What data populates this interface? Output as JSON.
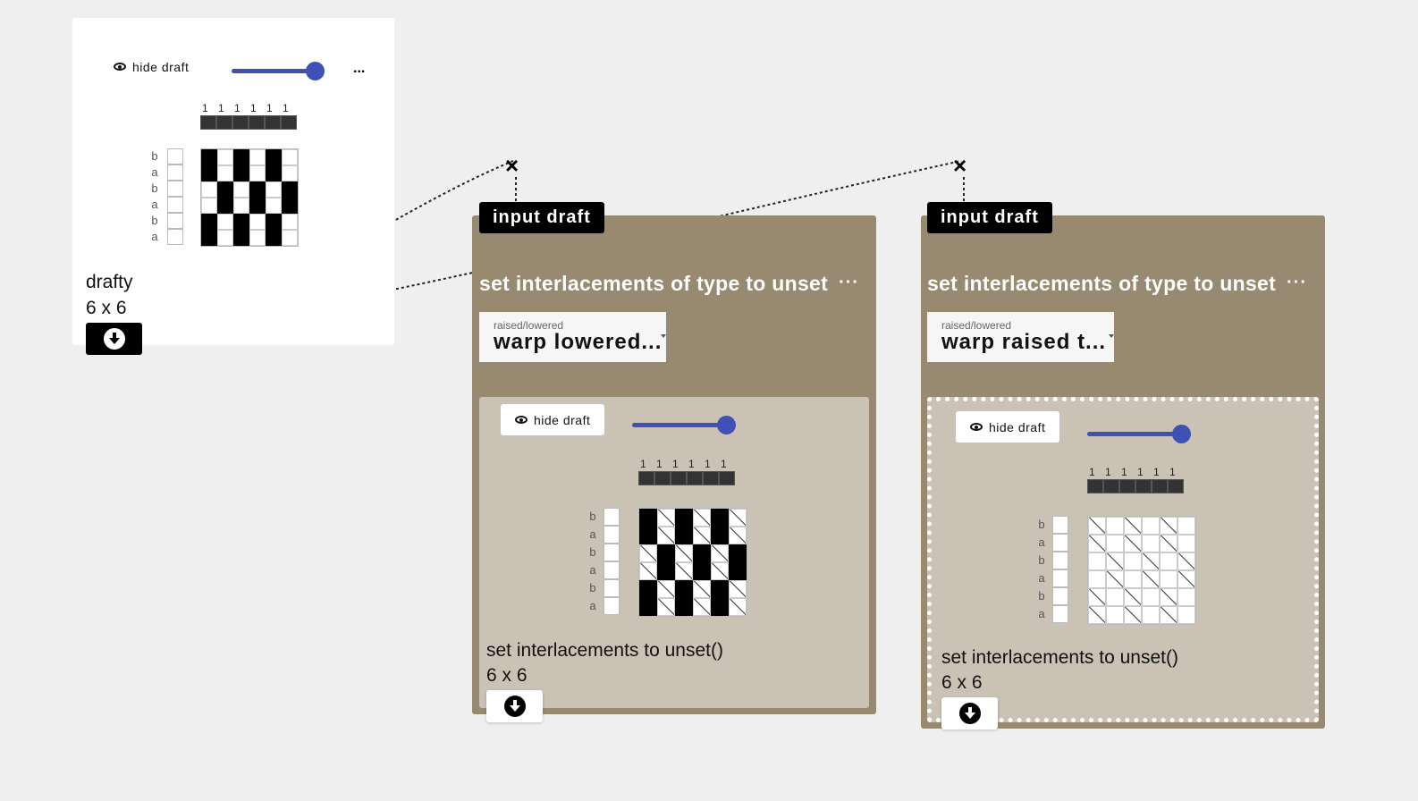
{
  "source_node": {
    "hide_label": "hide draft",
    "more": "...",
    "name": "drafty",
    "size": "6 x 6",
    "tieup_numbers": [
      "1",
      "1",
      "1",
      "1",
      "1",
      "1"
    ],
    "row_labels": [
      "b",
      "a",
      "b",
      "a",
      "b",
      "a"
    ],
    "grid": [
      [
        1,
        0,
        1,
        0,
        1,
        0
      ],
      [
        1,
        0,
        1,
        0,
        1,
        0
      ],
      [
        0,
        1,
        0,
        1,
        0,
        1
      ],
      [
        0,
        1,
        0,
        1,
        0,
        1
      ],
      [
        1,
        0,
        1,
        0,
        1,
        0
      ],
      [
        1,
        0,
        1,
        0,
        1,
        0
      ]
    ]
  },
  "op1": {
    "input_tag": "input draft",
    "title": "set interlacements of type to unset",
    "more": "···",
    "select_label": "raised/lowered",
    "select_value": "warp lowered...",
    "hide_label": "hide draft",
    "tieup_numbers": [
      "1",
      "1",
      "1",
      "1",
      "1",
      "1"
    ],
    "row_labels": [
      "b",
      "a",
      "b",
      "a",
      "b",
      "a"
    ],
    "grid": [
      [
        1,
        "u",
        1,
        "u",
        1,
        "u"
      ],
      [
        1,
        "u",
        1,
        "u",
        1,
        "u"
      ],
      [
        "u",
        1,
        "u",
        1,
        "u",
        1
      ],
      [
        "u",
        1,
        "u",
        1,
        "u",
        1
      ],
      [
        1,
        "u",
        1,
        "u",
        1,
        "u"
      ],
      [
        1,
        "u",
        1,
        "u",
        1,
        "u"
      ]
    ],
    "result_name": "set interlacements to unset()",
    "result_size": "6 x 6"
  },
  "op2": {
    "input_tag": "input draft",
    "title": "set interlacements of type to unset",
    "more": "···",
    "select_label": "raised/lowered",
    "select_value": "warp raised t...",
    "hide_label": "hide draft",
    "tieup_numbers": [
      "1",
      "1",
      "1",
      "1",
      "1",
      "1"
    ],
    "row_labels": [
      "b",
      "a",
      "b",
      "a",
      "b",
      "a"
    ],
    "grid": [
      [
        "u",
        0,
        "u",
        0,
        "u",
        0
      ],
      [
        "u",
        0,
        "u",
        0,
        "u",
        0
      ],
      [
        0,
        "u",
        0,
        "u",
        0,
        "u"
      ],
      [
        0,
        "u",
        0,
        "u",
        0,
        "u"
      ],
      [
        "u",
        0,
        "u",
        0,
        "u",
        0
      ],
      [
        "u",
        0,
        "u",
        0,
        "u",
        0
      ]
    ],
    "result_name": "set interlacements to unset()",
    "result_size": "6 x 6"
  },
  "icons": {
    "close": "×",
    "eye": "eye-icon",
    "download": "download-icon"
  },
  "colors": {
    "operation_bg": "#978a70",
    "inner_bg": "#cac2b5",
    "slider": "#3f51b5",
    "canvas": "#efefef"
  }
}
